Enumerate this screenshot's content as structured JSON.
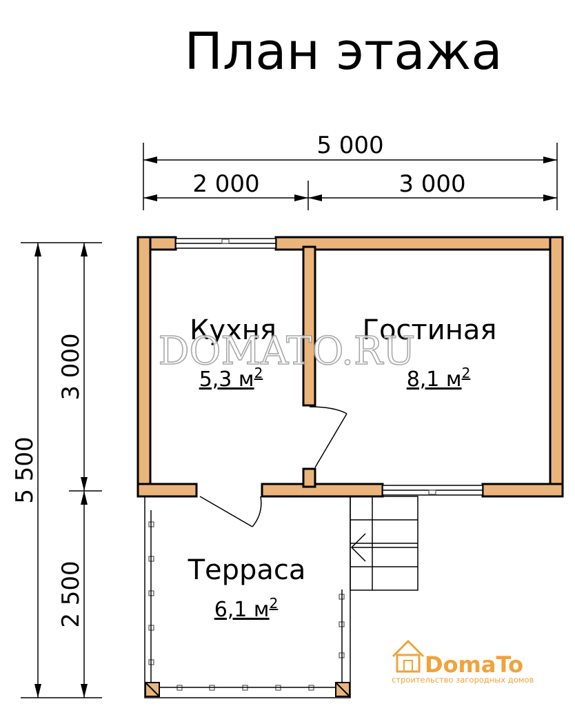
{
  "title": "План этажа",
  "dimensions": {
    "total_width": "5 000",
    "left_width": "2 000",
    "right_width": "3 000",
    "total_height": "5 500",
    "upper_height": "3 000",
    "lower_height": "2 500"
  },
  "rooms": [
    {
      "name": "Кухня",
      "area_value": "5,3 м",
      "area_exp": "2"
    },
    {
      "name": "Гостиная",
      "area_value": "8,1 м",
      "area_exp": "2"
    },
    {
      "name": "Терраса",
      "area_value": "6,1 м",
      "area_exp": "2"
    }
  ],
  "watermark": "DOMATO.RU",
  "logo": {
    "brand": "DomaTo",
    "tagline": "строительство загородных домов"
  },
  "colors": {
    "wall": "#eab47a",
    "logo": "#f0a33a"
  }
}
